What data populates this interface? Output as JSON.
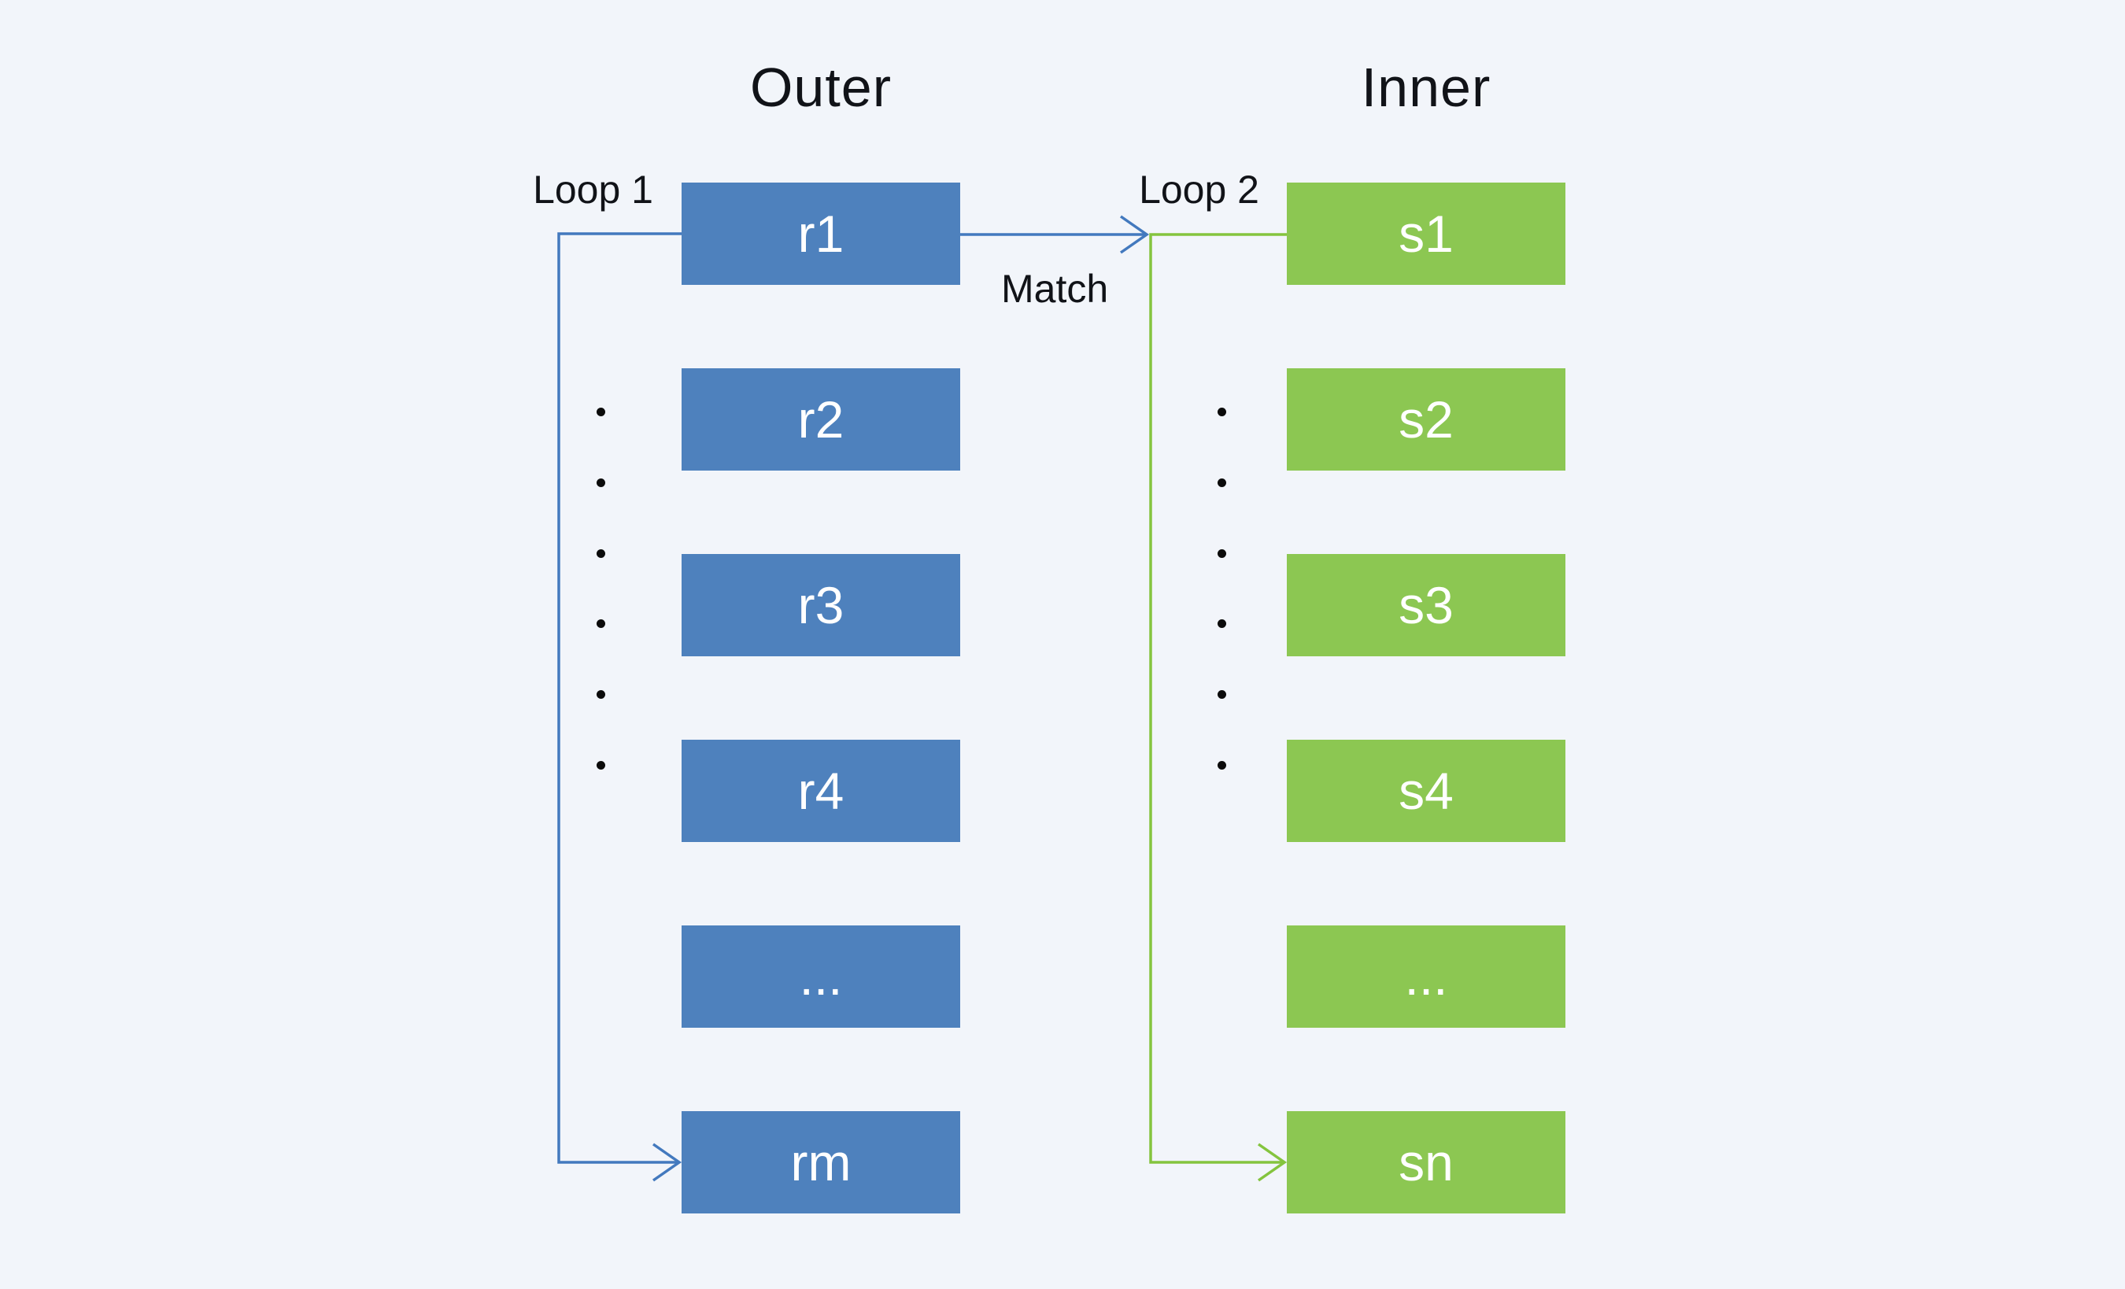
{
  "page": {
    "background_color": "#F2F5FA"
  },
  "outer": {
    "title": "Outer",
    "loop_label": "Loop 1",
    "box_color": "#4E81BD",
    "line_color": "#4379BE",
    "boxes": [
      "r1",
      "r2",
      "r3",
      "r4",
      "...",
      "rm"
    ]
  },
  "inner": {
    "title": "Inner",
    "loop_label": "Loop 2",
    "box_color": "#8CC752",
    "line_color": "#84C43E",
    "boxes": [
      "s1",
      "s2",
      "s3",
      "s4",
      "...",
      "sn"
    ]
  },
  "match_label": "Match",
  "text_color": "#111318"
}
